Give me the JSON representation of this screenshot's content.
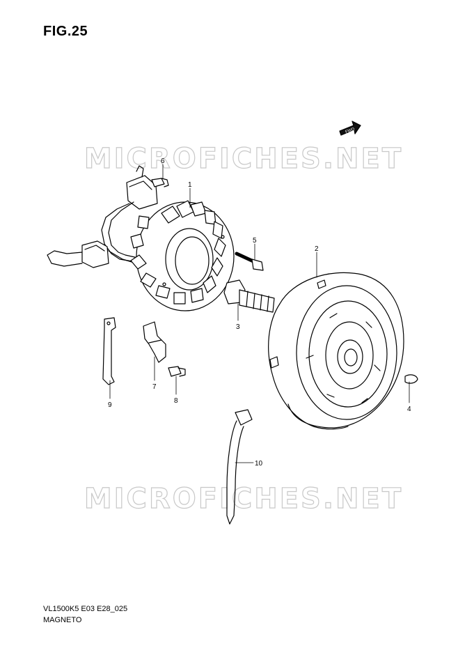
{
  "figure": {
    "title": "FIG.25",
    "code": "VL1500K5 E03 E28_025",
    "name": "MAGNETO"
  },
  "watermark": {
    "top": "MICROFICHES.NET",
    "bottom": "MICROFICHES.NET"
  },
  "fwd_label": "FWD",
  "callouts": {
    "c1": "1",
    "c2": "2",
    "c3": "3",
    "c4": "4",
    "c5": "5",
    "c6": "6",
    "c7": "7",
    "c8": "8",
    "c9": "9",
    "c10": "10"
  }
}
